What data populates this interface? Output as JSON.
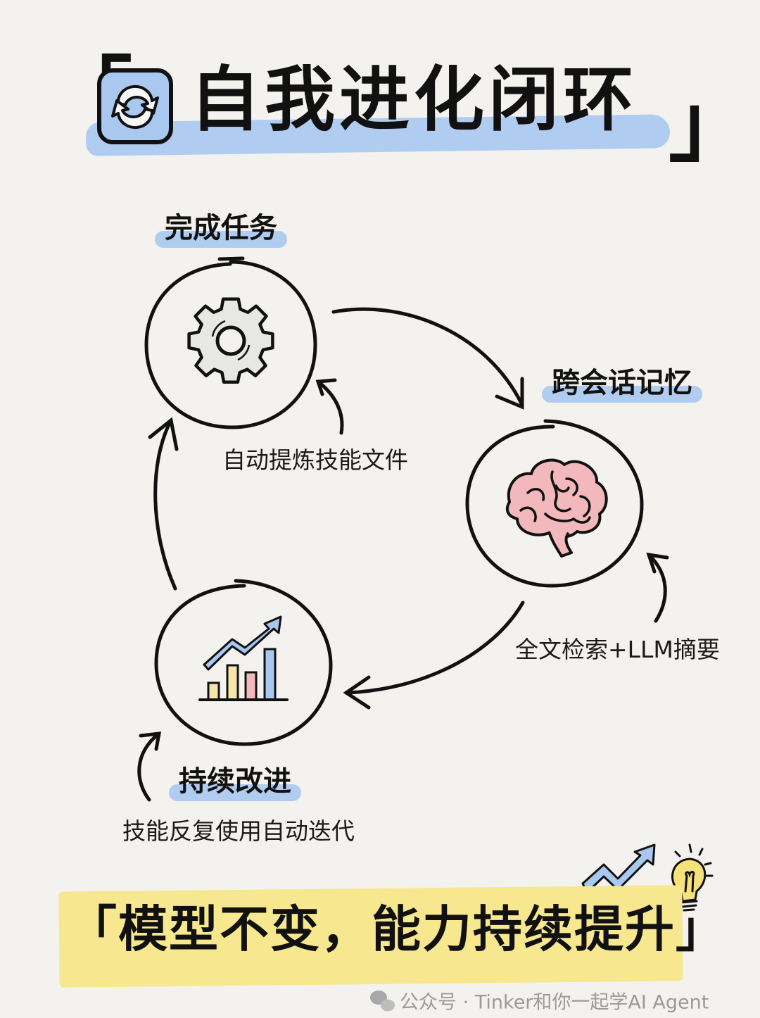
{
  "title": {
    "open_bracket": "「",
    "text": "自我进化闭环",
    "close_bracket": "」",
    "icon": "refresh-cycle-icon",
    "highlight_color": "#a9c8ef"
  },
  "nodes": [
    {
      "id": "complete-task",
      "label": "完成任务",
      "icon": "gear-icon"
    },
    {
      "id": "cross-session-memory",
      "label": "跨会话记忆",
      "icon": "brain-icon"
    },
    {
      "id": "continuous-improvement",
      "label": "持续改进",
      "icon": "growth-chart-icon"
    }
  ],
  "captions": {
    "complete_task": "自动提炼技能文件",
    "memory": "全文检索+LLM摘要",
    "improvement": "技能反复使用自动迭代"
  },
  "banner": {
    "open_bracket": "「",
    "underlined": "模型不变",
    "rest": "，能力持续提升",
    "close_bracket": "」",
    "background_color": "#f7e88f",
    "icons": [
      "trend-up-arrow-icon",
      "lightbulb-icon"
    ]
  },
  "watermark": {
    "icon": "wechat-icon",
    "text": "公众号 · Tinker和你一起学AI Agent"
  },
  "colors": {
    "background": "#f3f2ee",
    "ink": "#111111",
    "blue": "#a9c8ef",
    "yellow": "#f7e88f",
    "pink": "#f2b8bb"
  }
}
